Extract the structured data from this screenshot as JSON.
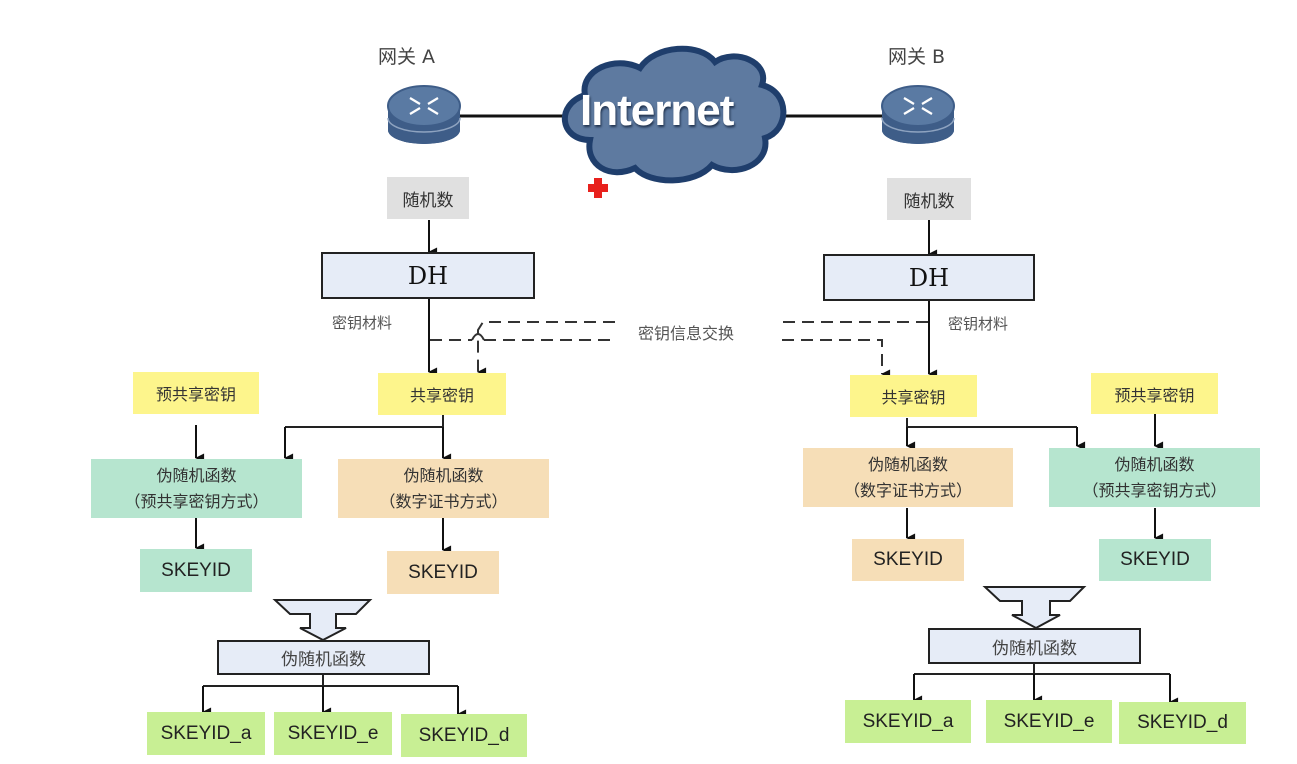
{
  "colors": {
    "cloud_fill": "#5e7aa0",
    "cloud_stroke": "#1f3e6c",
    "router": "#4f6e98",
    "random_box": "#e0e0e0",
    "dh_box": "#e6ecf7",
    "shared_key_box": "#fdf58c",
    "psk_box": "#b6e5cf",
    "cert_box": "#f6deb7",
    "derived_key_box": "#c8ef94",
    "marker": "#e8211d"
  },
  "network": {
    "internet_label": "Internet",
    "gateway_a_label": "网关 A",
    "gateway_b_label": "网关 B"
  },
  "exchange_label": "密钥信息交换",
  "gateway_a": {
    "random": "随机数",
    "dh": "DH",
    "key_material": "密钥材料",
    "shared_key": "共享密钥",
    "preshared_key": "预共享密钥",
    "prf_psk": {
      "line1": "伪随机函数",
      "line2": "（预共享密钥方式）"
    },
    "prf_cert": {
      "line1": "伪随机函数",
      "line2": "（数字证书方式）"
    },
    "skeyid_psk": "SKEYID",
    "skeyid_cert": "SKEYID",
    "prf": "伪随机函数",
    "derived": [
      "SKEYID_a",
      "SKEYID_e",
      "SKEYID_d"
    ]
  },
  "gateway_b": {
    "random": "随机数",
    "dh": "DH",
    "key_material": "密钥材料",
    "shared_key": "共享密钥",
    "preshared_key": "预共享密钥",
    "prf_cert": {
      "line1": "伪随机函数",
      "line2": "（数字证书方式）"
    },
    "prf_psk": {
      "line1": "伪随机函数",
      "line2": "（预共享密钥方式）"
    },
    "skeyid_cert": "SKEYID",
    "skeyid_psk": "SKEYID",
    "prf": "伪随机函数",
    "derived": [
      "SKEYID_a",
      "SKEYID_e",
      "SKEYID_d"
    ]
  }
}
